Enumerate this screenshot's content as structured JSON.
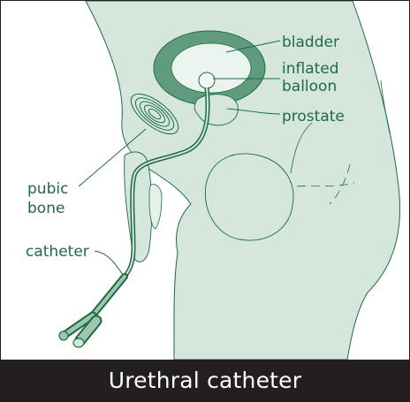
{
  "labels": {
    "bladder": "bladder",
    "balloon_line1": "inflated",
    "balloon_line2": "balloon",
    "prostate": "prostate",
    "pubic_line1": "pubic",
    "pubic_line2": "bone",
    "catheter": "catheter"
  },
  "caption": "Urethral catheter",
  "colors": {
    "body_fill": "#d5e6dd",
    "outline": "#1e6b43",
    "bladder_wall": "#5f9b7c",
    "caption_bg": "#231f20",
    "caption_text": "#ffffff"
  }
}
